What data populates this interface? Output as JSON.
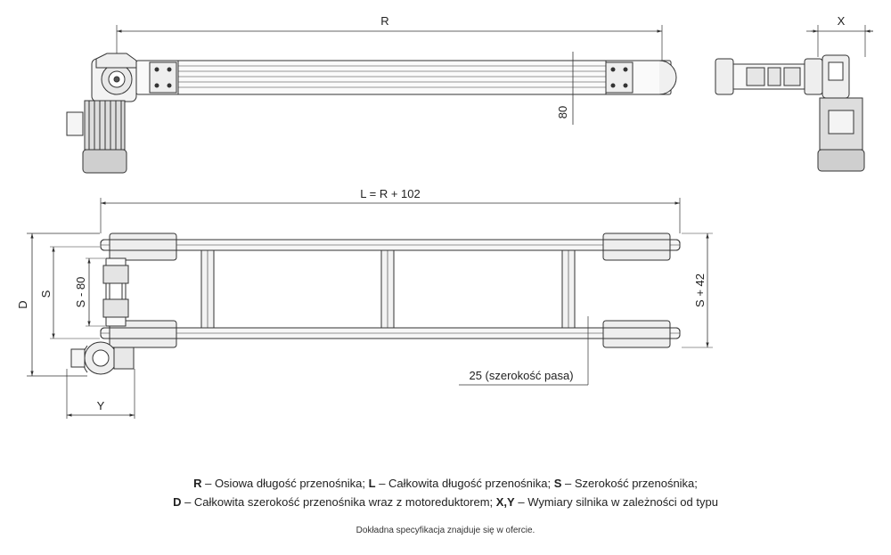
{
  "dims": {
    "r": "R",
    "x": "X",
    "h80": "80",
    "l": "L = R + 102",
    "d": "D",
    "s": "S",
    "s80": "S - 80",
    "s42": "S + 42",
    "belt": "25 (szerokość pasa)",
    "y": "Y"
  },
  "legend": {
    "line1": {
      "r_key": "R",
      "r_text": " – Osiowa długość przenośnika; ",
      "l_key": "L",
      "l_text": " – Całkowita długość przenośnika; ",
      "s_key": "S",
      "s_text": " – Szerokość przenośnika;"
    },
    "line2": {
      "d_key": "D",
      "d_text": " – Całkowita szerokość przenośnika wraz z motoreduktorem; ",
      "xy_key": "X,Y",
      "xy_text": " – Wymiary silnika w zależności od typu"
    }
  },
  "note": "Dokładna specyfikacja znajduje się w ofercie."
}
